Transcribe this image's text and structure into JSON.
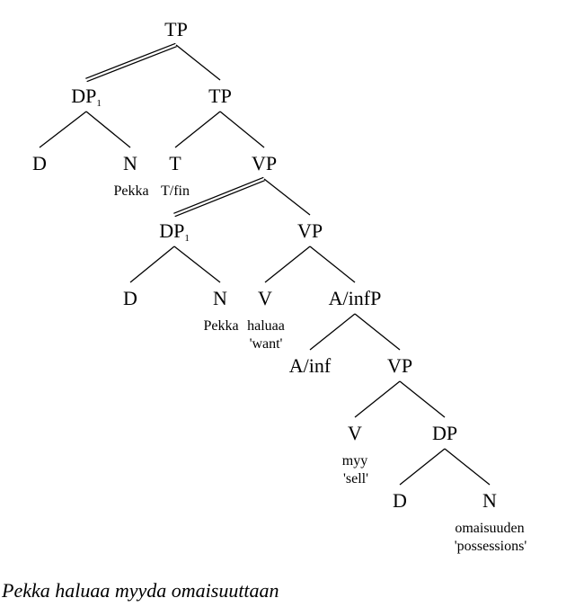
{
  "tree": {
    "nodes": [
      {
        "id": "tp-root",
        "label": "TP"
      },
      {
        "id": "dp1-top",
        "label": "DP",
        "sub": "1"
      },
      {
        "id": "tp-mid",
        "label": "TP"
      },
      {
        "id": "d-top",
        "label": "D"
      },
      {
        "id": "n-top",
        "label": "N"
      },
      {
        "id": "t",
        "label": "T"
      },
      {
        "id": "vp-1",
        "label": "VP"
      },
      {
        "id": "dp1-low",
        "label": "DP",
        "sub": "1"
      },
      {
        "id": "vp-2",
        "label": "VP"
      },
      {
        "id": "d-low",
        "label": "D"
      },
      {
        "id": "n-low",
        "label": "N"
      },
      {
        "id": "v-want",
        "label": "V"
      },
      {
        "id": "ainfp",
        "label": "A/infP"
      },
      {
        "id": "ainf",
        "label": "A/inf"
      },
      {
        "id": "vp-3",
        "label": "VP"
      },
      {
        "id": "v-sell",
        "label": "V"
      },
      {
        "id": "dp-obj",
        "label": "DP"
      },
      {
        "id": "d-obj",
        "label": "D"
      },
      {
        "id": "n-obj",
        "label": "N"
      }
    ],
    "edges": [
      {
        "from": "tp-root",
        "to": "dp1-top",
        "style": "double"
      },
      {
        "from": "tp-root",
        "to": "tp-mid",
        "style": "single"
      },
      {
        "from": "dp1-top",
        "to": "d-top",
        "style": "single"
      },
      {
        "from": "dp1-top",
        "to": "n-top",
        "style": "single"
      },
      {
        "from": "tp-mid",
        "to": "t",
        "style": "single"
      },
      {
        "from": "tp-mid",
        "to": "vp-1",
        "style": "single"
      },
      {
        "from": "vp-1",
        "to": "dp1-low",
        "style": "double"
      },
      {
        "from": "vp-1",
        "to": "vp-2",
        "style": "single"
      },
      {
        "from": "dp1-low",
        "to": "d-low",
        "style": "single"
      },
      {
        "from": "dp1-low",
        "to": "n-low",
        "style": "single"
      },
      {
        "from": "vp-2",
        "to": "v-want",
        "style": "single"
      },
      {
        "from": "vp-2",
        "to": "ainfp",
        "style": "single"
      },
      {
        "from": "ainfp",
        "to": "ainf",
        "style": "single"
      },
      {
        "from": "ainfp",
        "to": "vp-3",
        "style": "single"
      },
      {
        "from": "vp-3",
        "to": "v-sell",
        "style": "single"
      },
      {
        "from": "vp-3",
        "to": "dp-obj",
        "style": "single"
      },
      {
        "from": "dp-obj",
        "to": "d-obj",
        "style": "single"
      },
      {
        "from": "dp-obj",
        "to": "n-obj",
        "style": "single"
      }
    ],
    "leaves": [
      {
        "id": "leaf-pekka-top",
        "text": "Pekka"
      },
      {
        "id": "leaf-tfin",
        "text": "T/fin"
      },
      {
        "id": "leaf-pekka-low",
        "text": "Pekka"
      },
      {
        "id": "leaf-haluaa",
        "text": "haluaa"
      },
      {
        "id": "leaf-want",
        "text": "'want'"
      },
      {
        "id": "leaf-myy",
        "text": "myy"
      },
      {
        "id": "leaf-sell",
        "text": "'sell'"
      },
      {
        "id": "leaf-omaisuuden",
        "text": "omaisuuden"
      },
      {
        "id": "leaf-possessions",
        "text": "'possessions'"
      }
    ]
  },
  "caption": "Pekka haluaa myyda omaisuuttaan"
}
